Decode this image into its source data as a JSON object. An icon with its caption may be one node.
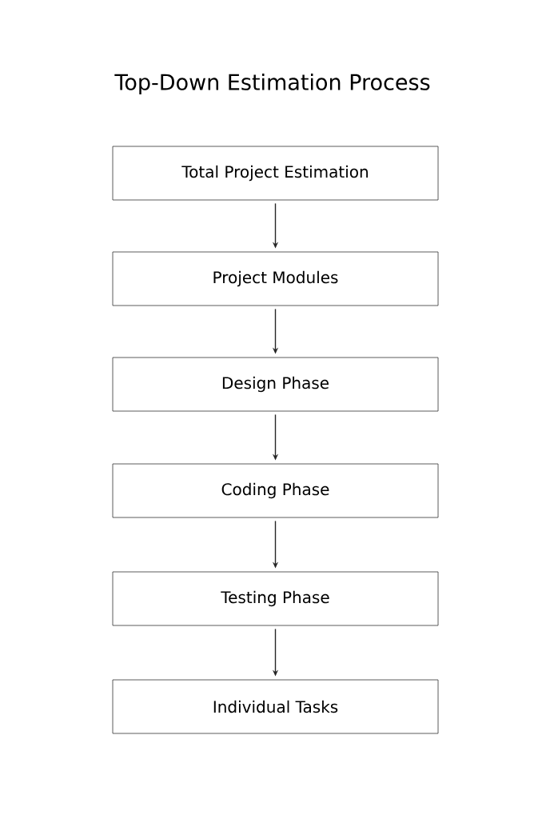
{
  "diagram": {
    "title": "Top-Down Estimation Process",
    "nodes": [
      {
        "text": [
          "Total Project Estimation"
        ]
      },
      {
        "text": [
          "Project Modules"
        ]
      },
      {
        "text": [
          "Design Phase"
        ]
      },
      {
        "text": [
          "Coding Phase"
        ]
      },
      {
        "text": [
          "Testing Phase"
        ]
      },
      {
        "text": [
          "Individual Tasks"
        ]
      }
    ],
    "edges": [
      {
        "from": 0,
        "to": 1,
        "arrow": "to"
      },
      {
        "from": 1,
        "to": 2,
        "arrow": "to"
      },
      {
        "from": 2,
        "to": 3,
        "arrow": "to"
      },
      {
        "from": 3,
        "to": 4,
        "arrow": "to"
      },
      {
        "from": 4,
        "to": 5,
        "arrow": "to"
      }
    ]
  }
}
